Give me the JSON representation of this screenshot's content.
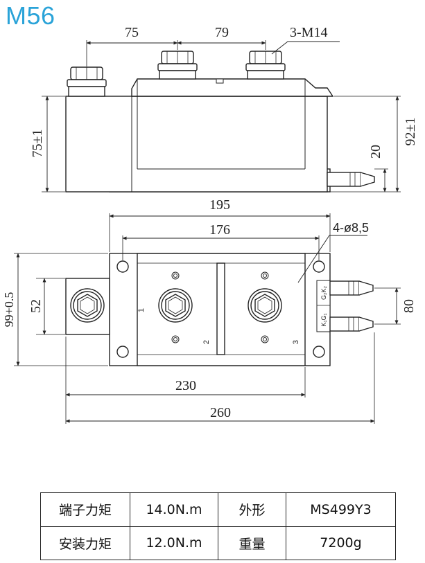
{
  "model_title": "M56",
  "colors": {
    "title": "#2aa3d8",
    "line": "#222222"
  },
  "side_view": {
    "dim_left_terminal_gap": "75",
    "dim_right_terminal_gap": "79",
    "terminal_callout": "3-M14",
    "dim_height_body": "75±1",
    "dim_height_total": "92±1",
    "dim_base_height": "20"
  },
  "top_view": {
    "dim_hole_spacing_outer": "195",
    "dim_hole_spacing_inner": "176",
    "hole_callout": "4-ø8,5",
    "dim_width": "99+0.5",
    "dim_left_tab": "52",
    "dim_right_pins": "80",
    "dim_body_length": "230",
    "dim_total_length": "260",
    "terminal_labels": [
      "1",
      "2",
      "3"
    ],
    "pin_label_top": "G₂K₂",
    "pin_label_bottom": "K₁G₁"
  },
  "spec_table": {
    "rows": [
      {
        "label_a": "端子力矩",
        "value_a": "14.0N.m",
        "label_b": "外形",
        "value_b": "MS499Y3"
      },
      {
        "label_a": "安装力矩",
        "value_a": "12.0N.m",
        "label_b": "重量",
        "value_b": "7200g"
      }
    ]
  }
}
